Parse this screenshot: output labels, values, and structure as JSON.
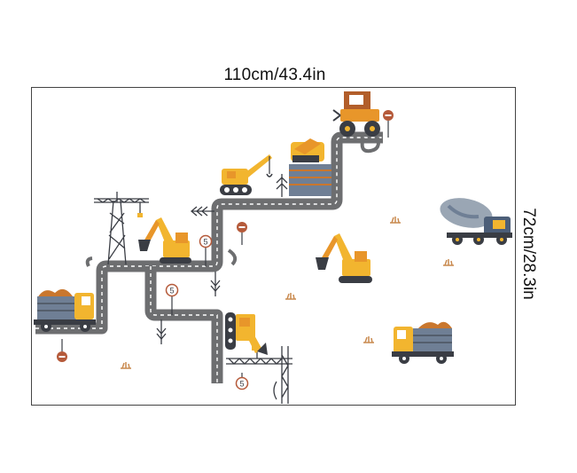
{
  "dimensions": {
    "width_label": "110cm/43.4in",
    "height_label": "72cm/28.3in"
  },
  "sign_text": "5",
  "colors": {
    "road": "#6d6e70",
    "road_dash": "#ffffff",
    "vehicle_yellow": "#f2b52f",
    "vehicle_orange": "#e8962a",
    "dump_bed": "#6f7f95",
    "load": "#c9772e",
    "dark": "#3a3d44",
    "stop_red": "#b55a3a",
    "grass": "#c98a4f",
    "tractor_brown": "#b25e2a"
  },
  "icons": [
    "crane-icon",
    "excavator-icon",
    "dump-truck-icon",
    "bulldozer-icon",
    "tractor-icon",
    "cement-mixer-icon",
    "road-sign-icon",
    "tree-icon",
    "arrow-icon"
  ]
}
